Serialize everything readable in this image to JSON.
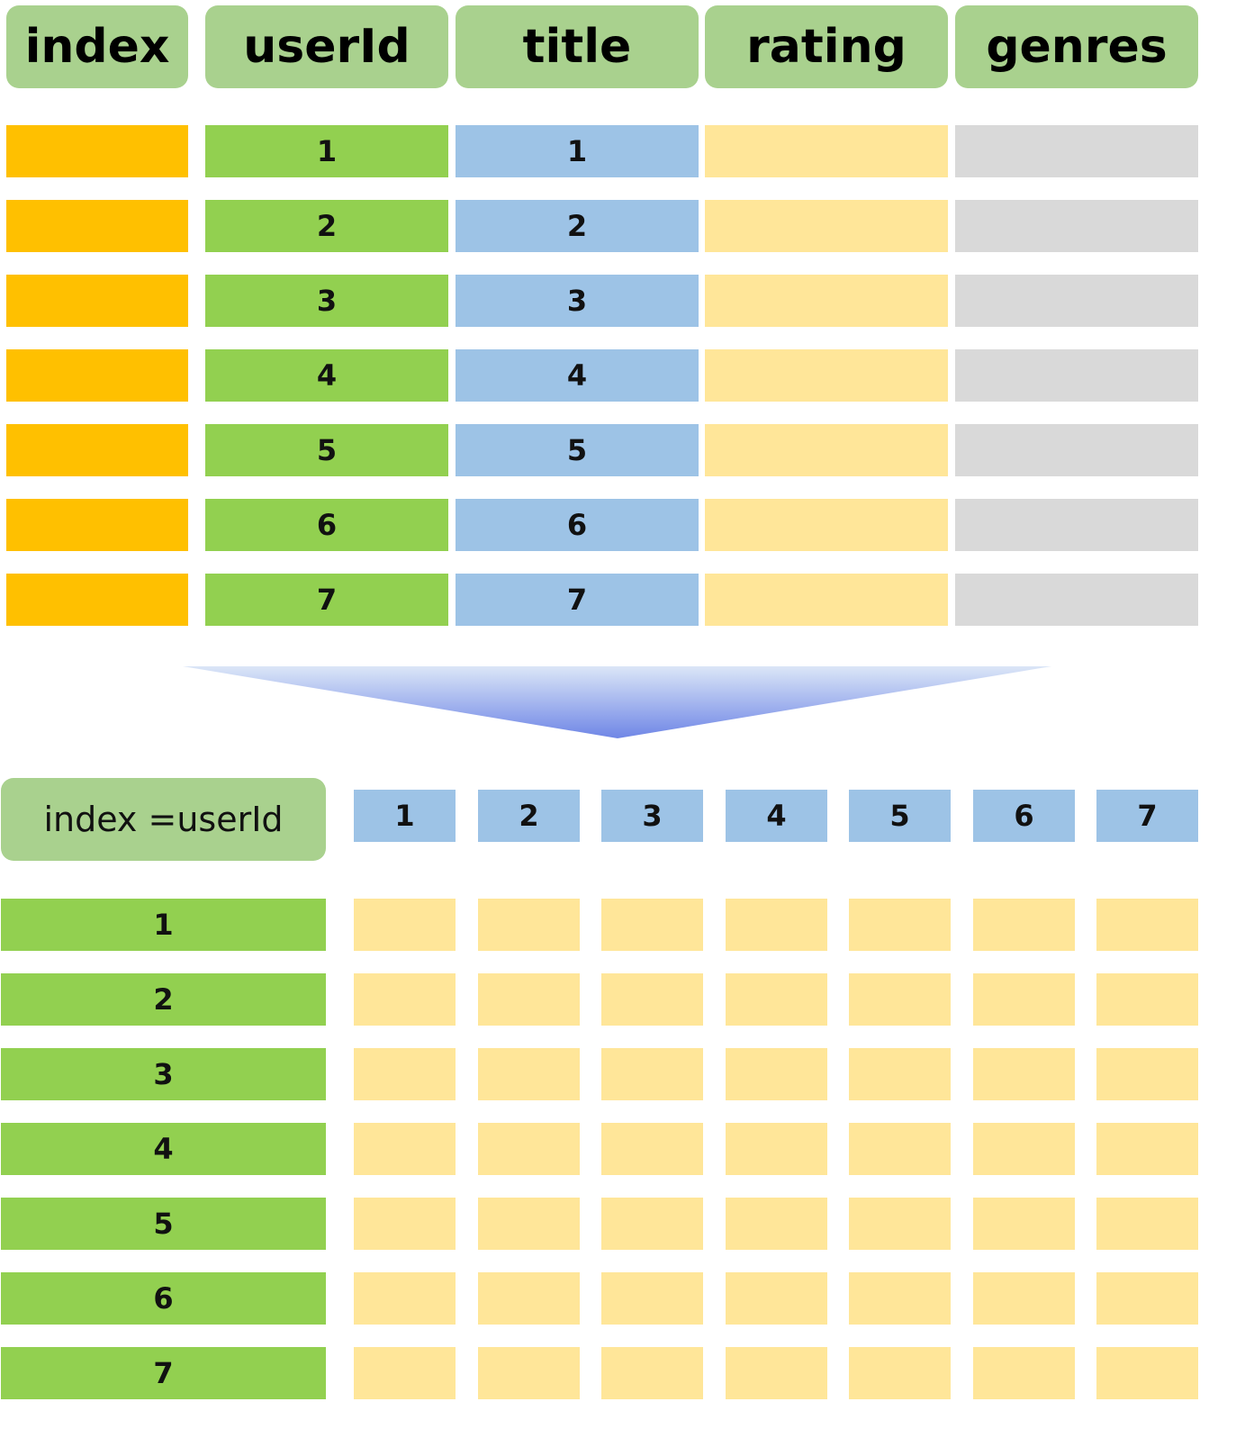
{
  "top_table": {
    "headers": [
      "index",
      "userId",
      "title",
      "rating",
      "genres"
    ],
    "user_ids": [
      "1",
      "2",
      "3",
      "4",
      "5",
      "6",
      "7"
    ],
    "titles": [
      "1",
      "2",
      "3",
      "4",
      "5",
      "6",
      "7"
    ]
  },
  "pivot_table": {
    "corner_label": "index =userId",
    "column_headers": [
      "1",
      "2",
      "3",
      "4",
      "5",
      "6",
      "7"
    ],
    "row_headers": [
      "1",
      "2",
      "3",
      "4",
      "5",
      "6",
      "7"
    ]
  },
  "colors": {
    "header_green": "#a9d18e",
    "index_orange": "#ffc000",
    "userid_green": "#92d050",
    "title_blue": "#9dc3e6",
    "rating_yellow": "#ffe699",
    "genres_gray": "#d9d9d9",
    "arrow_blue": "#6f86e6"
  }
}
